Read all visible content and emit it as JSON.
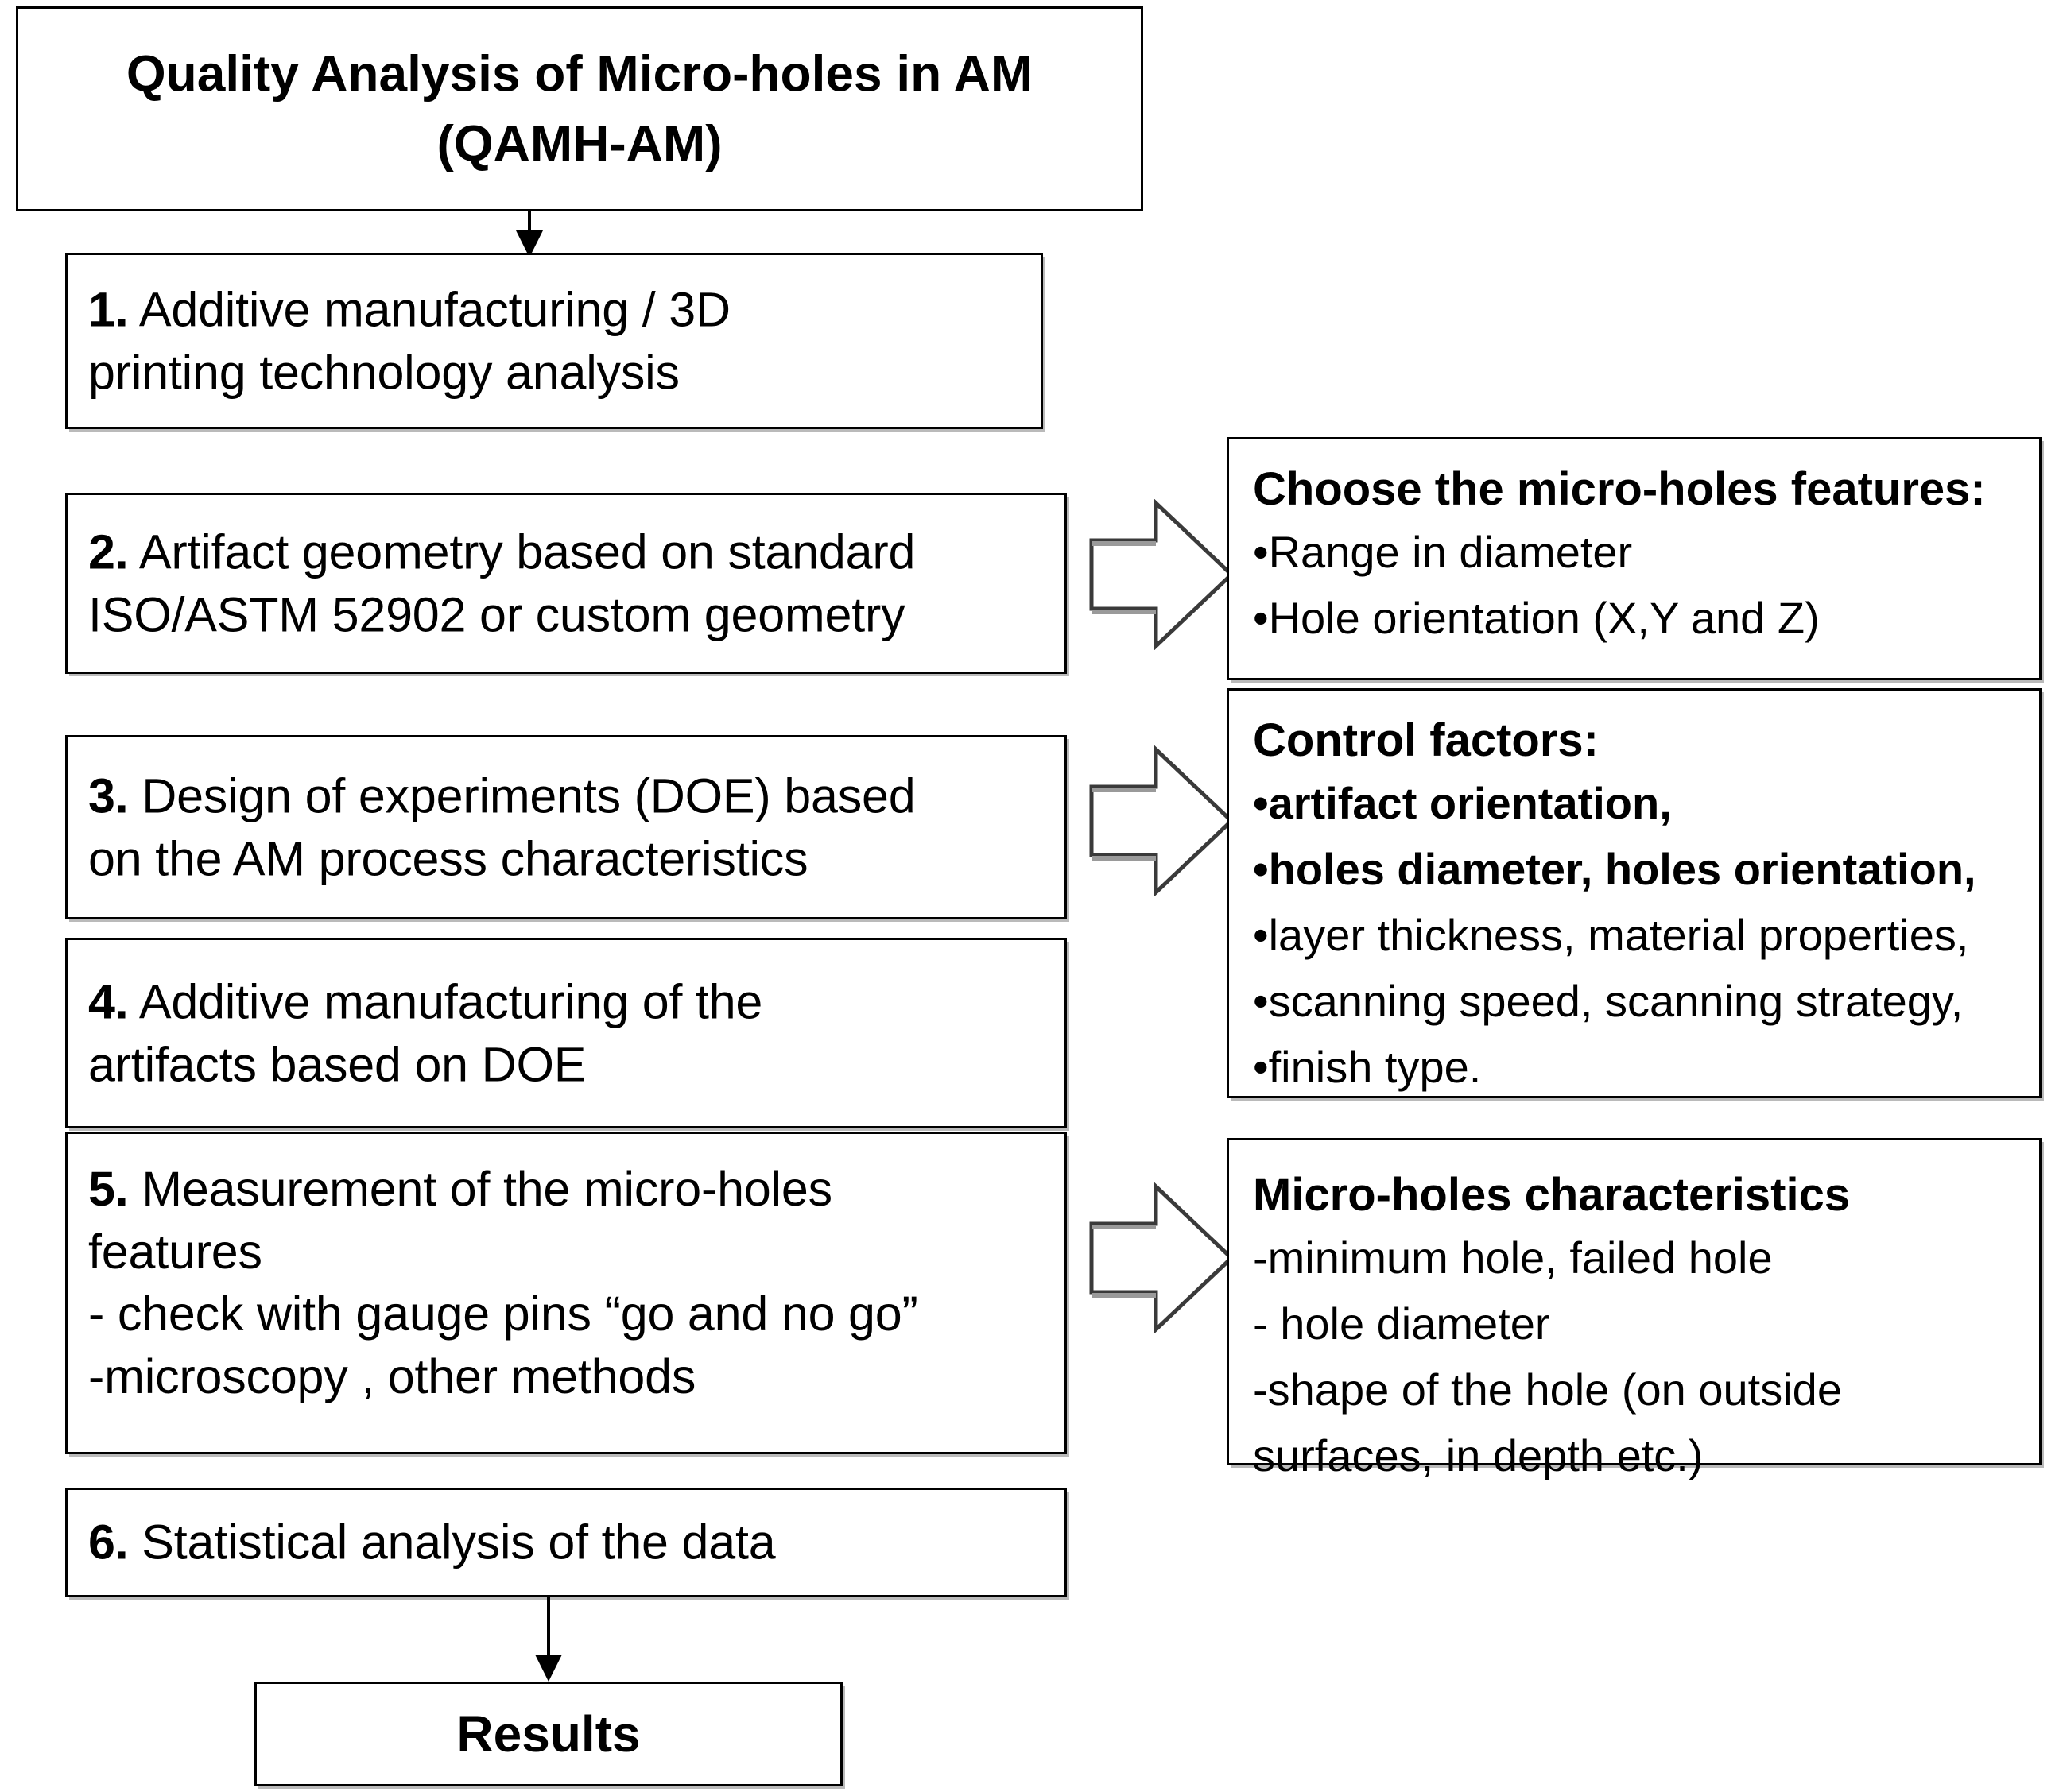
{
  "diagram": {
    "title_box": {
      "lines": [
        "Quality Analysis of Micro-holes in AM",
        "(QAMH-AM)"
      ]
    },
    "steps": [
      {
        "number": "1.",
        "lines": [
          "Additive manufacturing / 3D",
          "printing technology analysis"
        ],
        "first_line_rest": " Additive manufacturing / 3D"
      },
      {
        "number": "2.",
        "lines": [
          "Artifact geometry based on standard",
          "ISO/ASTM 52902 or custom geometry"
        ],
        "first_line_rest": " Artifact geometry based on standard"
      },
      {
        "number": "3.",
        "lines": [
          "Design of experiments (DOE) based",
          "on the AM process characteristics"
        ],
        "first_line_rest": " Design of experiments (DOE) based"
      },
      {
        "number": "4.",
        "lines": [
          "Additive manufacturing of the",
          "artifacts based on DOE"
        ],
        "first_line_rest": " Additive manufacturing of the"
      },
      {
        "number": "5.",
        "lines": [
          "Measurement of the micro-holes",
          "features",
          "- check with gauge pins “go and no go”",
          "-microscopy , other methods"
        ],
        "first_line_rest": " Measurement of the micro-holes"
      },
      {
        "number": "6.",
        "lines": [
          "Statistical analysis of the data"
        ],
        "first_line_rest": " Statistical analysis of the data"
      }
    ],
    "results_box": {
      "label": "Results"
    },
    "panels": [
      {
        "heading": "Choose the micro-holes  features:",
        "items": [
          {
            "text": "•Range in diameter",
            "bold": false
          },
          {
            "text": "•Hole orientation (X,Y and Z)",
            "bold": false
          }
        ]
      },
      {
        "heading": "Control factors:",
        "items": [
          {
            "text": "•artifact orientation,",
            "bold": true
          },
          {
            "text": "•holes diameter, holes orientation,",
            "bold": true
          },
          {
            "text": "•layer thickness, material properties,",
            "bold": false
          },
          {
            "text": "•scanning speed, scanning strategy,",
            "bold": false
          },
          {
            "text": "•finish type.",
            "bold": false
          }
        ]
      },
      {
        "heading": "Micro-holes characteristics",
        "items": [
          {
            "text": "-minimum hole, failed hole",
            "bold": false
          },
          {
            "text": "- hole diameter",
            "bold": false
          },
          {
            "text": "-shape of the hole (on outside",
            "bold": false
          },
          {
            "text": "surfaces, in depth etc.)",
            "bold": false
          }
        ]
      }
    ],
    "colors": {
      "stroke": "#000000",
      "background": "#ffffff",
      "shadow": "#828282"
    }
  }
}
